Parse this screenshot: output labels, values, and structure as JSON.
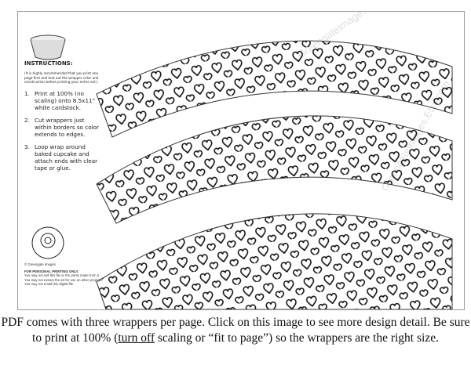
{
  "instructions": {
    "title": "INSTRUCTIONS:",
    "note": "(It is highly recommended that you print one page first and test out the wrapper color and construction before printing your entire set.)",
    "steps": [
      {
        "num": "1.",
        "text": "Print at 100% (no scaling) onto 8.5x11\" white cardstock."
      },
      {
        "num": "2.",
        "text": "Cut wrappers just within borders so color extends to edges."
      },
      {
        "num": "3.",
        "text": "Loop wrap around baked cupcake and attach ends with clear tape or glue."
      }
    ]
  },
  "logo": {
    "text": "Greengate Images"
  },
  "legal": {
    "copyright": "© Greengate Images",
    "heading": "FOR PERSONAL PRINTING ONLY.",
    "body": "You may not sell this file or the prints made from it. You may not extract the art for use on other projects. You may not email this digital file"
  },
  "watermark": "GreengateImages.Etsy.com",
  "caption": {
    "part1": "PDF comes with three wrappers per page. Click on this image to see more design detail. Be sure to print at 100% (",
    "link": "turn off",
    "part2": " scaling or “fit to page”) so the wrappers are the right size."
  }
}
